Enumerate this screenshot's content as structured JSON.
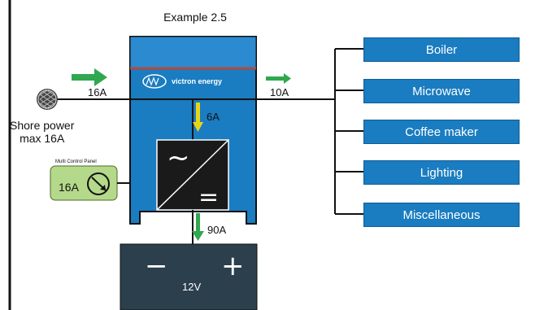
{
  "title": "Example 2.5",
  "brand": "victron energy",
  "shore_power": {
    "line1": "Shore power",
    "line2": "max 16A"
  },
  "currents": {
    "input": "16A",
    "output": "10A",
    "charger": "6A",
    "battery": "90A"
  },
  "control_panel": {
    "title": "Multi Control Panel",
    "setting": "16A"
  },
  "loads": [
    "Boiler",
    "Microwave",
    "Coffee maker",
    "Lighting",
    "Miscellaneous"
  ],
  "battery": {
    "voltage": "12V",
    "minus": "−",
    "plus": "+"
  },
  "inverter_symbols": {
    "ac": "~",
    "dc": "="
  },
  "colors": {
    "victron_blue": "#1a7cc1",
    "arrow_green": "#2fa84f",
    "arrow_yellow": "#e9d518",
    "panel_green": "#b5d98a",
    "battery": "#2b3f4c"
  }
}
